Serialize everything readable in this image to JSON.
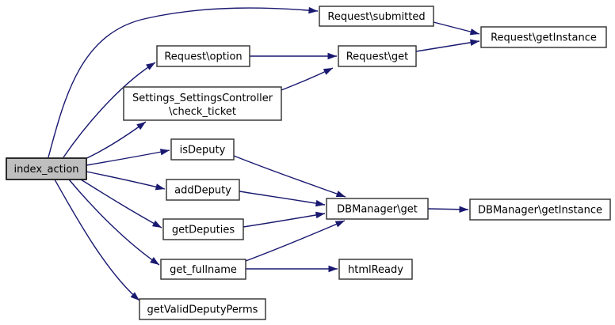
{
  "diagram": {
    "type": "call-graph",
    "background_color": "#ffffff",
    "edge_color": "#191970",
    "node_fill_color": "#ffffff",
    "node_border_color": "#2e2e2e",
    "highlighted_node_fill_color": "#bfbfbf",
    "text_color": "#000000",
    "nodes": {
      "index_action": {
        "label": "index_action",
        "highlighted": true
      },
      "request_submitted": {
        "label": "Request\\submitted"
      },
      "request_getinstance": {
        "label": "Request\\getInstance"
      },
      "request_option": {
        "label": "Request\\option"
      },
      "request_get": {
        "label": "Request\\get"
      },
      "check_ticket": {
        "lines": [
          "Settings_SettingsController",
          "\\check_ticket"
        ]
      },
      "isdeputy": {
        "label": "isDeputy"
      },
      "adddeputy": {
        "label": "addDeputy"
      },
      "getdeputies": {
        "label": "getDeputies"
      },
      "dbmanager_get": {
        "label": "DBManager\\get"
      },
      "dbmanager_getinstance": {
        "label": "DBManager\\getInstance"
      },
      "get_fullname": {
        "label": "get_fullname"
      },
      "htmlready": {
        "label": "htmlReady"
      },
      "getvaliddeputyperms": {
        "label": "getValidDeputyPerms"
      }
    },
    "edges": [
      {
        "from": "index_action",
        "to": "request_submitted"
      },
      {
        "from": "index_action",
        "to": "request_option"
      },
      {
        "from": "index_action",
        "to": "check_ticket"
      },
      {
        "from": "index_action",
        "to": "isdeputy"
      },
      {
        "from": "index_action",
        "to": "adddeputy"
      },
      {
        "from": "index_action",
        "to": "getdeputies"
      },
      {
        "from": "index_action",
        "to": "get_fullname"
      },
      {
        "from": "index_action",
        "to": "getvaliddeputyperms"
      },
      {
        "from": "request_submitted",
        "to": "request_getinstance"
      },
      {
        "from": "request_option",
        "to": "request_get"
      },
      {
        "from": "request_get",
        "to": "request_getinstance"
      },
      {
        "from": "check_ticket",
        "to": "request_get"
      },
      {
        "from": "isdeputy",
        "to": "dbmanager_get"
      },
      {
        "from": "adddeputy",
        "to": "dbmanager_get"
      },
      {
        "from": "getdeputies",
        "to": "dbmanager_get"
      },
      {
        "from": "get_fullname",
        "to": "dbmanager_get"
      },
      {
        "from": "get_fullname",
        "to": "htmlready"
      },
      {
        "from": "dbmanager_get",
        "to": "dbmanager_getinstance"
      }
    ]
  }
}
